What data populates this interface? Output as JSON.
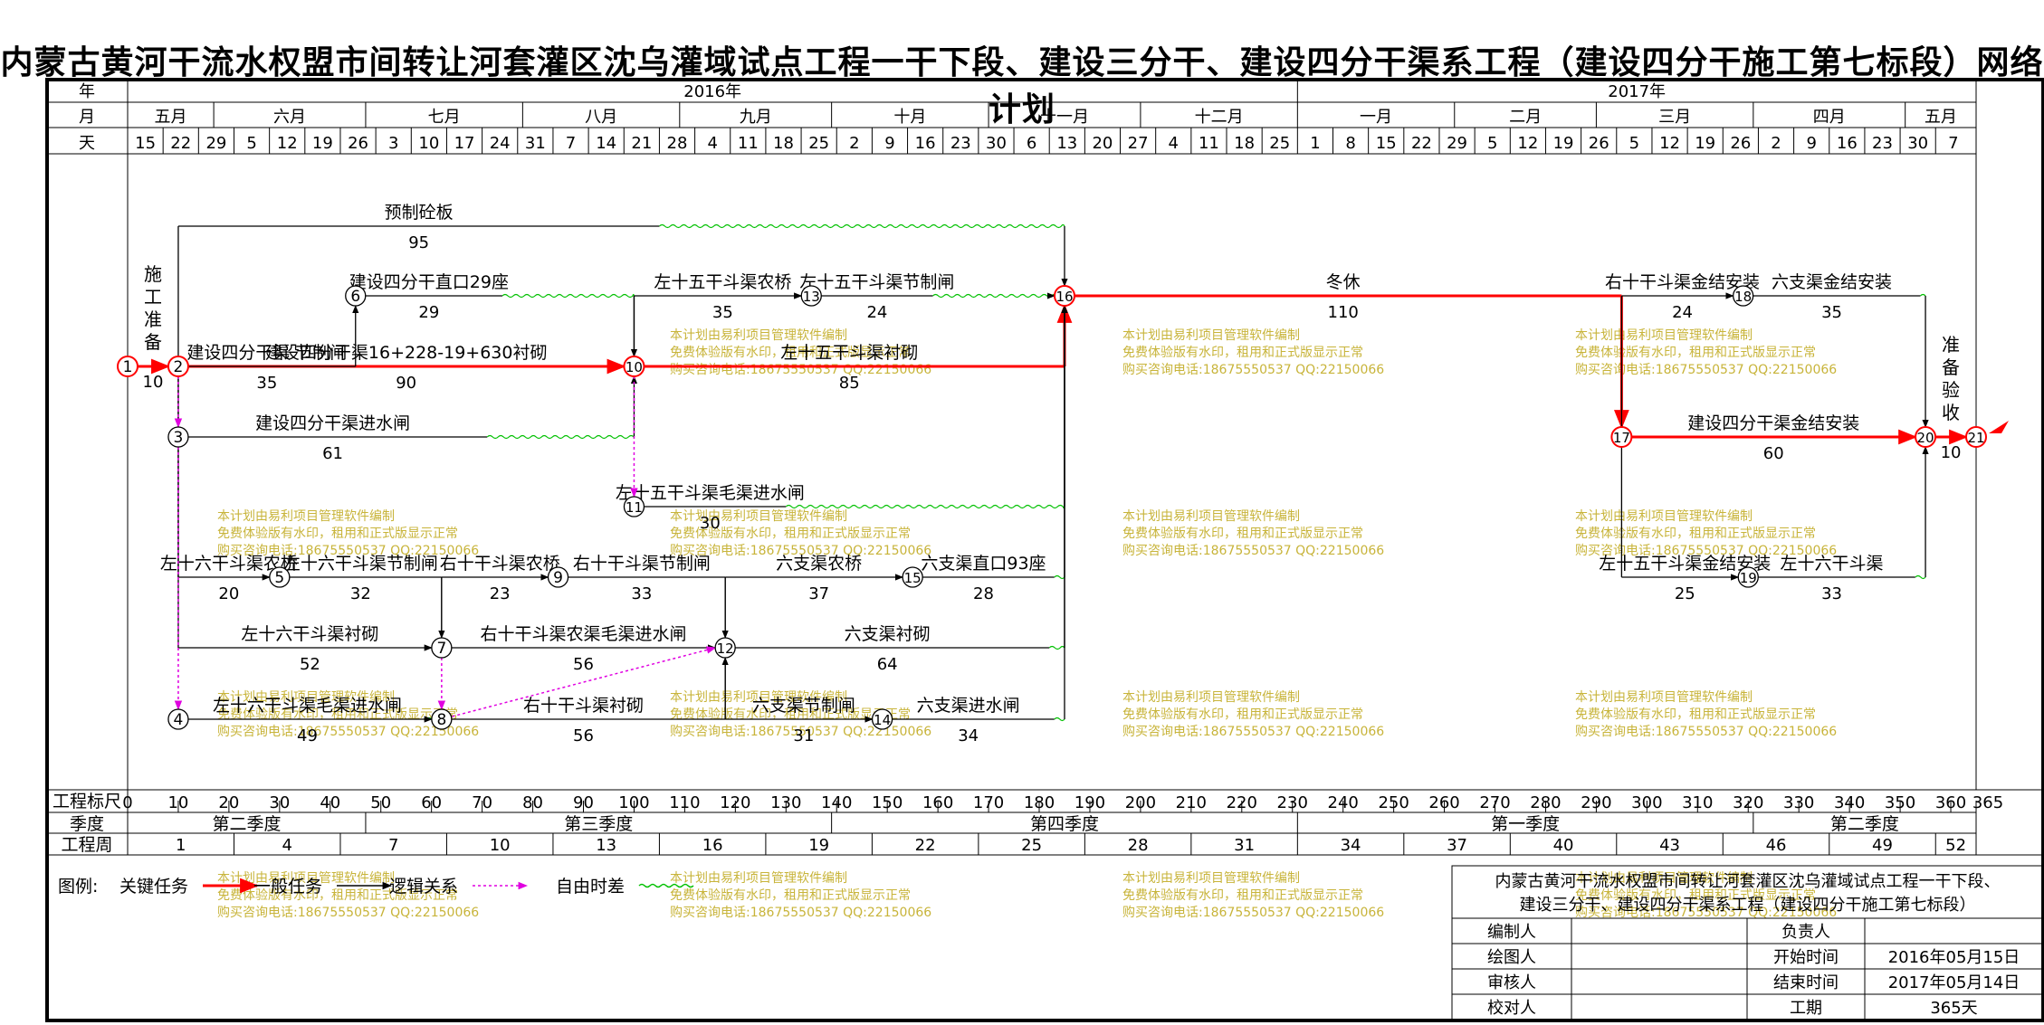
{
  "title": "内蒙古黄河干流水权盟市间转让河套灌区沈乌灌域试点工程一干下段、建设三分干、建设四分干渠系工程（建设四分干施工第七标段）网络计划",
  "header": {
    "row_labels": [
      "年",
      "月",
      "天"
    ],
    "years": [
      {
        "label": "2016年",
        "from": 0,
        "to": 231
      },
      {
        "label": "2017年",
        "from": 231,
        "to": 365
      }
    ],
    "months": [
      {
        "label": "五月",
        "from": 0,
        "to": 17
      },
      {
        "label": "六月",
        "from": 17,
        "to": 47
      },
      {
        "label": "七月",
        "from": 47,
        "to": 78
      },
      {
        "label": "八月",
        "from": 78,
        "to": 109
      },
      {
        "label": "九月",
        "from": 109,
        "to": 139
      },
      {
        "label": "十月",
        "from": 139,
        "to": 170
      },
      {
        "label": "十一月",
        "from": 170,
        "to": 200
      },
      {
        "label": "十二月",
        "from": 200,
        "to": 231
      },
      {
        "label": "一月",
        "from": 231,
        "to": 262
      },
      {
        "label": "二月",
        "from": 262,
        "to": 290
      },
      {
        "label": "三月",
        "from": 290,
        "to": 321
      },
      {
        "label": "四月",
        "from": 321,
        "to": 351
      },
      {
        "label": "五月",
        "from": 351,
        "to": 365
      }
    ],
    "days": [
      "15",
      "22",
      "29",
      "5",
      "12",
      "19",
      "26",
      "3",
      "10",
      "17",
      "24",
      "31",
      "7",
      "14",
      "21",
      "28",
      "4",
      "11",
      "18",
      "25",
      "2",
      "9",
      "16",
      "23",
      "30",
      "6",
      "13",
      "20",
      "27",
      "4",
      "11",
      "18",
      "25",
      "1",
      "8",
      "15",
      "22",
      "29",
      "5",
      "12",
      "19",
      "26",
      "5",
      "12",
      "19",
      "26",
      "2",
      "9",
      "16",
      "23",
      "30",
      "7"
    ]
  },
  "scale": {
    "label": "工程标尺",
    "ticks": [
      "0",
      "10",
      "20",
      "30",
      "40",
      "50",
      "60",
      "70",
      "80",
      "90",
      "100",
      "110",
      "120",
      "130",
      "140",
      "150",
      "160",
      "170",
      "180",
      "190",
      "200",
      "210",
      "220",
      "230",
      "240",
      "250",
      "260",
      "270",
      "280",
      "290",
      "300",
      "310",
      "320",
      "330",
      "340",
      "350",
      "360",
      "365"
    ]
  },
  "quarters": {
    "label": "季度",
    "items": [
      {
        "label": "第二季度",
        "from": 0,
        "to": 47
      },
      {
        "label": "第三季度",
        "from": 47,
        "to": 139
      },
      {
        "label": "第四季度",
        "from": 139,
        "to": 231
      },
      {
        "label": "第一季度",
        "from": 231,
        "to": 321
      },
      {
        "label": "第二季度",
        "from": 321,
        "to": 365
      }
    ]
  },
  "weeks": {
    "label": "工程周",
    "items": [
      {
        "label": "1",
        "from": 0,
        "to": 21
      },
      {
        "label": "4",
        "from": 21,
        "to": 42
      },
      {
        "label": "7",
        "from": 42,
        "to": 63
      },
      {
        "label": "10",
        "from": 63,
        "to": 84
      },
      {
        "label": "13",
        "from": 84,
        "to": 105
      },
      {
        "label": "16",
        "from": 105,
        "to": 126
      },
      {
        "label": "19",
        "from": 126,
        "to": 147
      },
      {
        "label": "22",
        "from": 147,
        "to": 168
      },
      {
        "label": "25",
        "from": 168,
        "to": 189
      },
      {
        "label": "28",
        "from": 189,
        "to": 210
      },
      {
        "label": "31",
        "from": 210,
        "to": 231
      },
      {
        "label": "34",
        "from": 231,
        "to": 252
      },
      {
        "label": "37",
        "from": 252,
        "to": 273
      },
      {
        "label": "40",
        "from": 273,
        "to": 294
      },
      {
        "label": "43",
        "from": 294,
        "to": 315
      },
      {
        "label": "46",
        "from": 315,
        "to": 336
      },
      {
        "label": "49",
        "from": 336,
        "to": 357
      },
      {
        "label": "52",
        "from": 357,
        "to": 365
      }
    ]
  },
  "network": {
    "nodes": [
      {
        "id": "1",
        "day": 0,
        "lane": 3
      },
      {
        "id": "2",
        "day": 10,
        "lane": 3
      },
      {
        "id": "3",
        "day": 10,
        "lane": 4
      },
      {
        "id": "4",
        "day": 10,
        "lane": 9
      },
      {
        "id": "5",
        "day": 30,
        "lane": 6
      },
      {
        "id": "6",
        "day": 45,
        "lane": 2
      },
      {
        "id": "7",
        "day": 62,
        "lane": 8
      },
      {
        "id": "8",
        "day": 62,
        "lane": 9
      },
      {
        "id": "9",
        "day": 85,
        "lane": 6
      },
      {
        "id": "10",
        "day": 100,
        "lane": 3
      },
      {
        "id": "11",
        "day": 100,
        "lane": 5
      },
      {
        "id": "12",
        "day": 118,
        "lane": 8
      },
      {
        "id": "13",
        "day": 135,
        "lane": 2
      },
      {
        "id": "14",
        "day": 149,
        "lane": 9
      },
      {
        "id": "15",
        "day": 155,
        "lane": 6
      },
      {
        "id": "16",
        "day": 185,
        "lane": 2
      },
      {
        "id": "17",
        "day": 295,
        "lane": 4
      },
      {
        "id": "18",
        "day": 319,
        "lane": 2
      },
      {
        "id": "19",
        "day": 320,
        "lane": 6
      },
      {
        "id": "20",
        "day": 355,
        "lane": 4
      },
      {
        "id": "21",
        "day": 365,
        "lane": 4
      }
    ],
    "activities": [
      {
        "from": "1",
        "to": "2",
        "name": "施工准备",
        "duration": "10",
        "type": "critical",
        "label_mode": "vertical"
      },
      {
        "from": "2",
        "to": "10",
        "name": "建设四分干渠16+228-19+630衬砌",
        "duration": "90",
        "type": "critical"
      },
      {
        "from": "10",
        "to": "16",
        "name": "左十五干斗渠衬砌",
        "duration": "85",
        "type": "critical"
      },
      {
        "from": "16",
        "to": "17",
        "name": "冬休",
        "duration": "110",
        "type": "critical"
      },
      {
        "from": "17",
        "to": "20",
        "name": "建设四分干渠金结安装",
        "duration": "60",
        "type": "critical"
      },
      {
        "from": "20",
        "to": "21",
        "name": "准备验收",
        "duration": "10",
        "type": "critical",
        "label_mode": "vertical"
      },
      {
        "from": "2",
        "to": "16",
        "name": "预制砼板",
        "duration": "95",
        "type": "normal",
        "route_lane": 1
      },
      {
        "from": "2",
        "to": "6",
        "name": "建设四分干渠 节制闸",
        "duration": "35",
        "type": "normal"
      },
      {
        "from": "6",
        "to": "10",
        "name": "建设四分干直口29座",
        "duration": "29",
        "type": "normal"
      },
      {
        "from": "10",
        "to": "13",
        "name": "左十五干斗渠农桥",
        "duration": "35",
        "type": "normal",
        "route_lane": 2
      },
      {
        "from": "13",
        "to": "16",
        "name": "左十五干斗渠节制闸",
        "duration": "24",
        "type": "normal"
      },
      {
        "from": "3",
        "to": "10",
        "name": "建设四分干渠进水闸",
        "duration": "61",
        "type": "normal"
      },
      {
        "from": "11",
        "to": "16",
        "name": "左十五干斗渠毛渠进水闸",
        "duration": "30",
        "type": "normal"
      },
      {
        "from": "2",
        "to": "5",
        "name": "左十六干斗渠农桥",
        "duration": "20",
        "type": "normal",
        "route_lane": 6
      },
      {
        "from": "5",
        "to": "7",
        "name": "左十六干斗渠节制闸",
        "duration": "32",
        "type": "normal"
      },
      {
        "from": "2",
        "to": "7",
        "name": "左十六干斗渠衬砌",
        "duration": "52",
        "type": "normal",
        "route_lane": 8
      },
      {
        "from": "4",
        "to": "8",
        "name": "左十六干斗渠毛渠进水闸",
        "duration": "49",
        "type": "normal"
      },
      {
        "from": "7",
        "to": "9",
        "name": "右十干斗渠农桥",
        "duration": "23",
        "type": "normal",
        "route_lane": 6
      },
      {
        "from": "9",
        "to": "12",
        "name": "右十干斗渠节制闸",
        "duration": "33",
        "type": "normal"
      },
      {
        "from": "7",
        "to": "12",
        "name": "右十干斗渠农渠毛渠进水闸",
        "duration": "56",
        "type": "normal"
      },
      {
        "from": "8",
        "to": "12",
        "name": "右十干斗渠衬砌",
        "duration": "56",
        "type": "normal"
      },
      {
        "from": "12",
        "to": "15",
        "name": "六支渠农桥",
        "duration": "37",
        "type": "normal",
        "route_lane": 6
      },
      {
        "from": "15",
        "to": "16",
        "name": "六支渠直口93座",
        "duration": "28",
        "type": "normal"
      },
      {
        "from": "12",
        "to": "16",
        "name": "六支渠衬砌",
        "duration": "64",
        "type": "normal"
      },
      {
        "from": "12",
        "to": "14",
        "name": "六支渠节制闸",
        "duration": "31",
        "type": "normal",
        "route_lane": 9
      },
      {
        "from": "14",
        "to": "16",
        "name": "六支渠进水闸",
        "duration": "34",
        "type": "normal"
      },
      {
        "from": "17",
        "to": "18",
        "name": "右十干斗渠金结安装",
        "duration": "24",
        "type": "normal",
        "route_lane": 2
      },
      {
        "from": "18",
        "to": "20",
        "name": "六支渠金结安装",
        "duration": "35",
        "type": "normal"
      },
      {
        "from": "17",
        "to": "19",
        "name": "左十五干斗渠金结安装",
        "duration": "25",
        "type": "normal",
        "route_lane": 6
      },
      {
        "from": "19",
        "to": "20",
        "name": "左十六干斗渠",
        "duration": "33",
        "type": "normal"
      }
    ],
    "dummies": [
      {
        "from": "2",
        "to": "3"
      },
      {
        "from": "3",
        "to": "4"
      },
      {
        "from": "7",
        "to": "8"
      },
      {
        "from": "10",
        "to": "11"
      },
      {
        "from": "8",
        "to": "12"
      }
    ]
  },
  "legend": {
    "label": "图例:",
    "items": [
      {
        "label": "关键任务",
        "style": "critical"
      },
      {
        "label": "一般任务",
        "style": "normal"
      },
      {
        "label": "逻辑关系",
        "style": "logic"
      },
      {
        "label": "自由时差",
        "style": "float"
      }
    ]
  },
  "info_table": {
    "title_line1": "内蒙古黄河干流水权盟市间转让河套灌区沈乌灌域试点工程一干下段、",
    "title_line2": "建设三分干、建设四分干渠系工程（建设四分干施工第七标段）",
    "rows": [
      [
        "编制人",
        "",
        "负责人",
        ""
      ],
      [
        "绘图人",
        "",
        "开始时间",
        "2016年05月15日"
      ],
      [
        "审核人",
        "",
        "结束时间",
        "2017年05月14日"
      ],
      [
        "校对人",
        "",
        "工期",
        "365天"
      ]
    ]
  },
  "watermark": {
    "lines": [
      "本计划由易利项目管理软件编制",
      "免费体验版有水印，租用和正式版显示正常",
      "购买咨询电话:18675550537 QQ:22150066"
    ]
  },
  "colors": {
    "critical": "#ff0000",
    "normal": "#000000",
    "dummy": "#e000e0",
    "float": "#00c000",
    "watermark": "#c8b43a"
  }
}
